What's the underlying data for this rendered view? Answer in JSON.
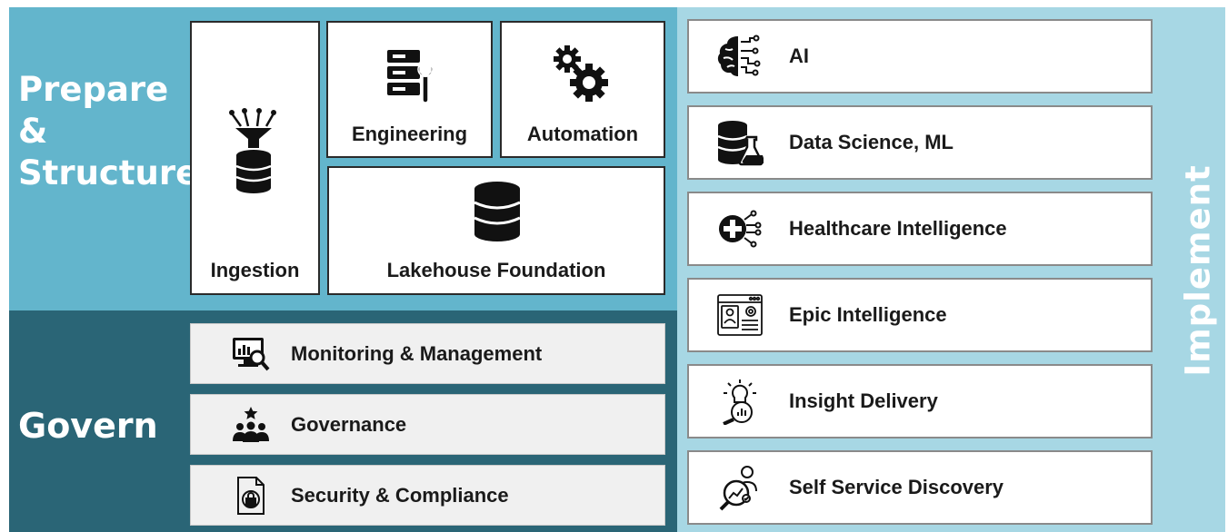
{
  "sections": {
    "prepare": {
      "label_lines": [
        "Prepare",
        "&",
        "Structure"
      ]
    },
    "govern": {
      "label": "Govern"
    },
    "implement": {
      "label": "Implement"
    }
  },
  "prepare_boxes": [
    {
      "label": "Ingestion",
      "icon": "funnel-database-icon"
    },
    {
      "label": "Engineering",
      "icon": "server-wrench-icon"
    },
    {
      "label": "Automation",
      "icon": "gears-icon"
    },
    {
      "label": "Lakehouse Foundation",
      "icon": "database-icon"
    }
  ],
  "govern_rows": [
    {
      "label": "Monitoring & Management",
      "icon": "monitor-magnifier-icon"
    },
    {
      "label": "Governance",
      "icon": "people-star-icon"
    },
    {
      "label": "Security & Compliance",
      "icon": "document-lock-icon"
    }
  ],
  "implement_items": [
    {
      "label": "AI",
      "icon": "brain-circuit-icon"
    },
    {
      "label": "Data Science, ML",
      "icon": "database-flask-icon"
    },
    {
      "label": "Healthcare Intelligence",
      "icon": "medical-cross-circuit-icon"
    },
    {
      "label": "Epic Intelligence",
      "icon": "browser-profile-icon"
    },
    {
      "label": "Insight Delivery",
      "icon": "lightbulb-chart-icon"
    },
    {
      "label": "Self Service Discovery",
      "icon": "person-chart-magnifier-icon"
    }
  ],
  "colors": {
    "prepare_bg": "#63b5cc",
    "govern_bg": "#2a6576",
    "implement_bg": "#a7d7e4",
    "box_border": "#2a2a2a",
    "icon": "#111111"
  }
}
